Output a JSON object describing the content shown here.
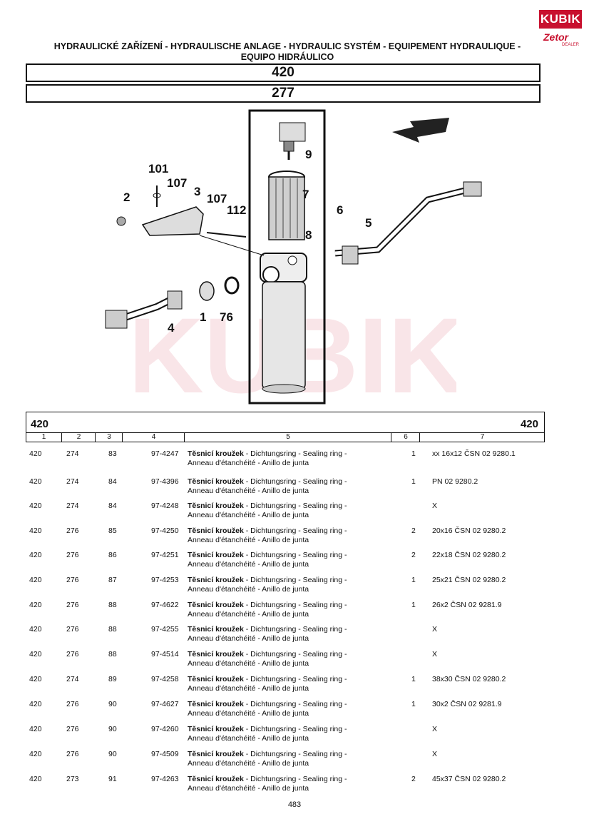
{
  "brand": {
    "name": "KUBIK",
    "sub": "Zetor",
    "dealer": "DEALER"
  },
  "header": {
    "line1": "HYDRAULICKÉ ZAŘÍZENÍ - HYDRAULISCHE ANLAGE - HYDRAULIC SYSTÉM - EQUIPEMENT HYDRAULIQUE -",
    "line2": "EQUIPO HIDRÁULICO"
  },
  "group_code": "420",
  "figure_code": "277",
  "callouts": [
    "101",
    "107",
    "2",
    "3",
    "107",
    "112",
    "9",
    "7",
    "6",
    "5",
    "8",
    "4",
    "1",
    "76"
  ],
  "watermark": "KUBIK",
  "table": {
    "left_code": "420",
    "right_code": "420",
    "columns": [
      "1",
      "2",
      "3",
      "4",
      "5",
      "6",
      "7"
    ],
    "rows": [
      {
        "c1": "420",
        "c2": "274",
        "c3": "83",
        "c4": "97-4247",
        "name": "Těsnicí kroužek",
        "d1": " - Dichtungsring - Sealing ring -",
        "d2": "Anneau d'étanchéité - Anillo de junta",
        "qty": "1",
        "note": "xx   16x12 ČSN 02 9280.1"
      },
      {
        "c1": "420",
        "c2": "274",
        "c3": "84",
        "c4": "97-4396",
        "name": "Těsnicí kroužek",
        "d1": " - Dichtungsring - Sealing ring -",
        "d2": "Anneau d'étanchéité - Anillo de junta",
        "qty": "1",
        "note": "PN 02 9280.2"
      },
      {
        "c1": "420",
        "c2": "274",
        "c3": "84",
        "c4": "97-4248",
        "name": "Těsnicí kroužek",
        "d1": " - Dichtungsring - Sealing ring -",
        "d2": "Anneau d'étanchéité - Anillo de junta",
        "qty": "",
        "note": "X"
      },
      {
        "c1": "420",
        "c2": "276",
        "c3": "85",
        "c4": "97-4250",
        "name": "Těsnicí kroužek",
        "d1": " - Dichtungsring - Sealing ring -",
        "d2": "Anneau d'étanchéité - Anillo de junta",
        "qty": "2",
        "note": "20x16 ČSN 02 9280.2"
      },
      {
        "c1": "420",
        "c2": "276",
        "c3": "86",
        "c4": "97-4251",
        "name": "Těsnicí kroužek",
        "d1": " - Dichtungsring - Sealing ring -",
        "d2": "Anneau d'étanchéité - Anillo de junta",
        "qty": "2",
        "note": "22x18 ČSN 02 9280.2"
      },
      {
        "c1": "420",
        "c2": "276",
        "c3": "87",
        "c4": "97-4253",
        "name": "Těsnicí kroužek",
        "d1": " - Dichtungsring - Sealing ring -",
        "d2": "Anneau d'étanchéité - Anillo de junta",
        "qty": "1",
        "note": "25x21 ČSN 02 9280.2"
      },
      {
        "c1": "420",
        "c2": "276",
        "c3": "88",
        "c4": "97-4622",
        "name": "Těsnicí kroužek",
        "d1": " - Dichtungsring - Sealing ring -",
        "d2": "Anneau d'étanchéité - Anillo de junta",
        "qty": "1",
        "note": "26x2 ČSN 02 9281.9"
      },
      {
        "c1": "420",
        "c2": "276",
        "c3": "88",
        "c4": "97-4255",
        "name": "Těsnicí kroužek",
        "d1": " - Dichtungsring - Sealing ring -",
        "d2": "Anneau d'étanchéité - Anillo de junta",
        "qty": "",
        "note": "X"
      },
      {
        "c1": "420",
        "c2": "276",
        "c3": "88",
        "c4": "97-4514",
        "name": "Těsnicí kroužek",
        "d1": " - Dichtungsring - Sealing ring -",
        "d2": "Anneau d'étanchéité - Anillo de junta",
        "qty": "",
        "note": "X"
      },
      {
        "c1": "420",
        "c2": "274",
        "c3": "89",
        "c4": "97-4258",
        "name": "Těsnicí kroužek",
        "d1": " - Dichtungsring - Sealing ring -",
        "d2": "Anneau d'étanchéité - Anillo de junta",
        "qty": "1",
        "note": "38x30 ČSN 02 9280.2"
      },
      {
        "c1": "420",
        "c2": "276",
        "c3": "90",
        "c4": "97-4627",
        "name": "Těsnicí kroužek",
        "d1": " - Dichtungsring - Sealing ring -",
        "d2": "Anneau d'étanchéité - Anillo de junta",
        "qty": "1",
        "note": "30x2 ČSN 02 9281.9"
      },
      {
        "c1": "420",
        "c2": "276",
        "c3": "90",
        "c4": "97-4260",
        "name": "Těsnicí kroužek",
        "d1": " - Dichtungsring - Sealing ring -",
        "d2": "Anneau d'étanchéité - Anillo de junta",
        "qty": "",
        "note": "X"
      },
      {
        "c1": "420",
        "c2": "276",
        "c3": "90",
        "c4": "97-4509",
        "name": "Těsnicí kroužek",
        "d1": " - Dichtungsring - Sealing ring -",
        "d2": "Anneau d'étanchéité - Anillo de junta",
        "qty": "",
        "note": "X"
      },
      {
        "c1": "420",
        "c2": "273",
        "c3": "91",
        "c4": "97-4263",
        "name": "Těsnicí kroužek",
        "d1": " - Dichtungsring - Sealing ring -",
        "d2": "Anneau d'étanchéité - Anillo de junta",
        "qty": "2",
        "note": "45x37 ČSN 02 9280.2"
      }
    ]
  },
  "page_number": "483"
}
